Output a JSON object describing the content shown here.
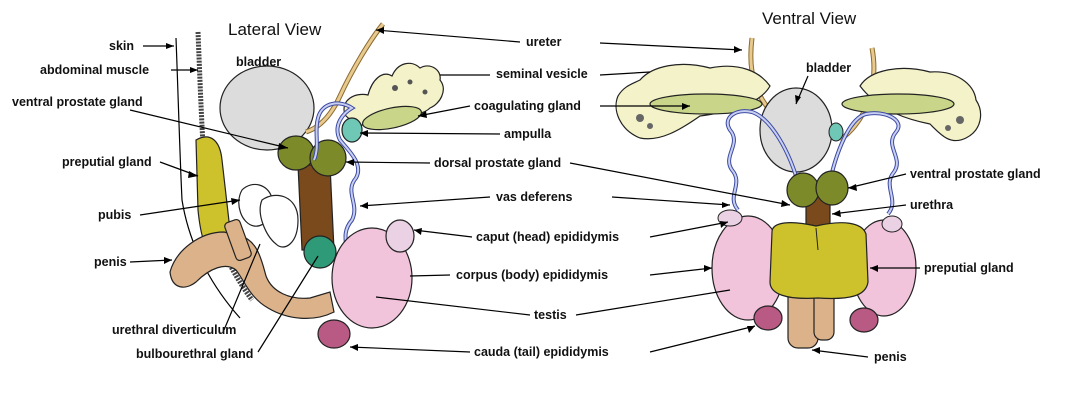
{
  "titles": {
    "lateral": "Lateral View",
    "ventral": "Ventral View"
  },
  "lateral_labels": {
    "skin": "skin",
    "abdominal_muscle": "abdominal muscle",
    "bladder": "bladder",
    "ventral_prostate_gland": "ventral prostate gland",
    "preputial_gland": "preputial gland",
    "pubis": "pubis",
    "penis": "penis",
    "urethral_diverticulum": "urethral diverticulum",
    "bulbourethral_gland": "bulbourethral gland"
  },
  "center_labels": {
    "ureter": "ureter",
    "seminal_vesicle": "seminal vesicle",
    "coagulating_gland": "coagulating gland",
    "ampulla": "ampulla",
    "dorsal_prostate_gland": "dorsal prostate gland",
    "vas_deferens": "vas deferens",
    "caput_epididymis": "caput (head) epididymis",
    "corpus_epididymis": "corpus (body) epididymis",
    "testis": "testis",
    "cauda_epididymis": "cauda (tail) epididymis"
  },
  "ventral_labels": {
    "bladder": "bladder",
    "ventral_prostate_gland": "ventral prostate gland",
    "urethra": "urethra",
    "preputial_gland": "preputial gland",
    "penis": "penis"
  },
  "colors": {
    "bladder": "#dcdcdc",
    "seminal_vesicle": "#f3f2c8",
    "coagulating_gland": "#c9d68a",
    "prostate": "#7d8a2a",
    "ampulla": "#6fc7b5",
    "urethra": "#7a4a1c",
    "preputial_gland": "#cdc12c",
    "penis": "#dcb28a",
    "testis": "#f1c4dc",
    "caput": "#ebd1e4",
    "cauda": "#b85a84",
    "vas_deferens": "#c9cff0",
    "ureter": "#e8c98e",
    "bulbourethral": "#2f9a78"
  }
}
